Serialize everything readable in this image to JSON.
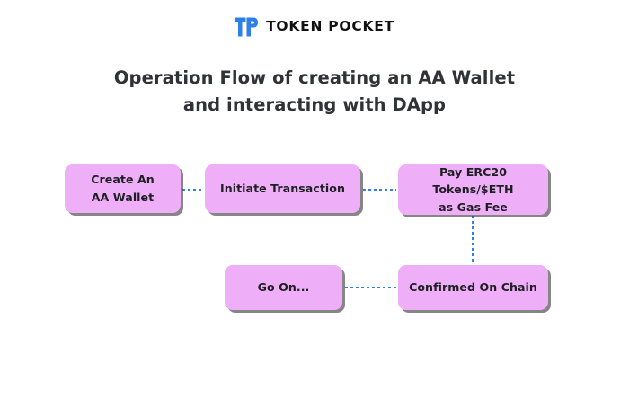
{
  "brand": {
    "logo_icon": "tp-monogram-icon",
    "name": "TOKEN POCKET",
    "logo_color": "#2f7fe8",
    "name_color": "#111111"
  },
  "title": {
    "line1": "Operation Flow of creating an AA Wallet",
    "line2": "and interacting with DApp",
    "color": "#2f3237"
  },
  "diagram": {
    "type": "flowchart",
    "background": "#ffffff",
    "node_fill": "#efaef8",
    "node_shadow": "#3c3c3c",
    "connector_color": "#2f7fe8",
    "connector_style": "dotted",
    "nodes": [
      {
        "id": "create-wallet",
        "label": "Create An\nAA Wallet"
      },
      {
        "id": "initiate-tx",
        "label": "Initiate Transaction"
      },
      {
        "id": "pay-gas",
        "label": "Pay ERC20 Tokens/$ETH\nas Gas Fee"
      },
      {
        "id": "go-on",
        "label": "Go On..."
      },
      {
        "id": "confirmed",
        "label": "Confirmed On Chain"
      }
    ],
    "edges": [
      {
        "from": "create-wallet",
        "to": "initiate-tx",
        "orientation": "horizontal"
      },
      {
        "from": "initiate-tx",
        "to": "pay-gas",
        "orientation": "horizontal"
      },
      {
        "from": "pay-gas",
        "to": "confirmed",
        "orientation": "vertical"
      },
      {
        "from": "confirmed",
        "to": "go-on",
        "orientation": "horizontal"
      }
    ]
  }
}
